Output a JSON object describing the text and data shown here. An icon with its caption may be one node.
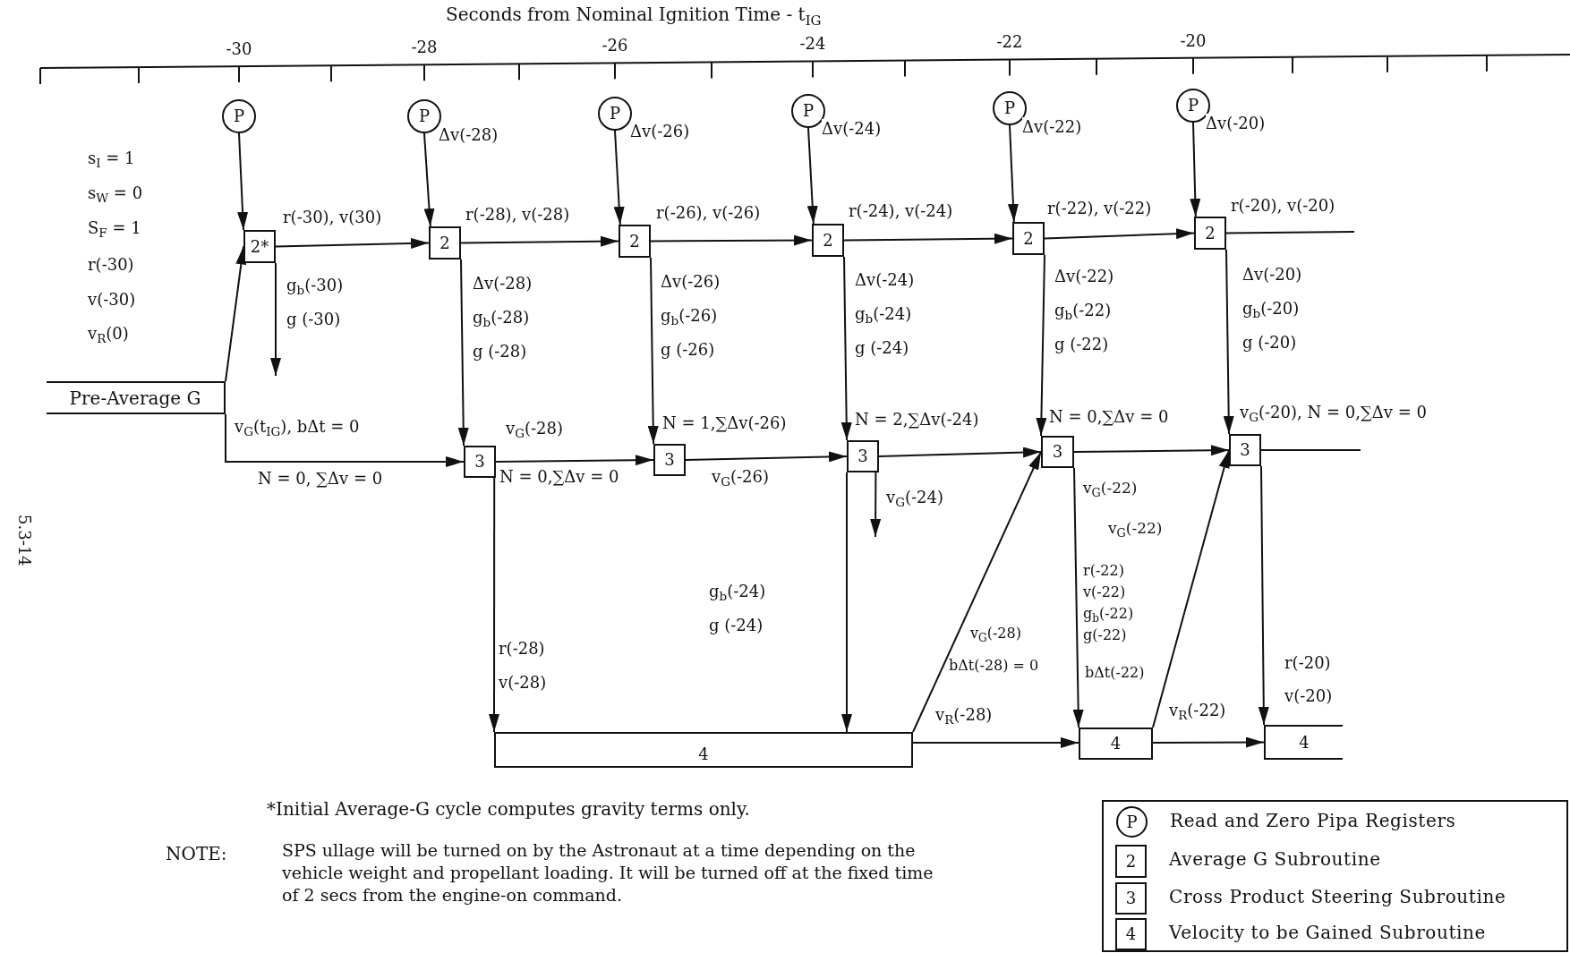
{
  "diagram": {
    "title": "Seconds from Nominal Ignition Time - t$_{IG}$",
    "nodes": [
      {
        "text": [
          "P"
        ]
      },
      {
        "text": [
          "P"
        ]
      },
      {
        "text": [
          "P"
        ]
      },
      {
        "text": [
          "P"
        ]
      },
      {
        "text": [
          "P"
        ]
      },
      {
        "text": [
          "P"
        ]
      },
      {
        "text": [
          "2*"
        ]
      },
      {
        "text": [
          "2"
        ]
      },
      {
        "text": [
          "2"
        ]
      },
      {
        "text": [
          "2"
        ]
      },
      {
        "text": [
          "2"
        ]
      },
      {
        "text": [
          "2"
        ]
      },
      {
        "text": [
          "Pre-Average G"
        ]
      },
      {
        "text": [
          "3"
        ]
      },
      {
        "text": [
          "3"
        ]
      },
      {
        "text": [
          "3"
        ]
      },
      {
        "text": [
          "3"
        ]
      },
      {
        "text": [
          "3"
        ]
      },
      {
        "text": [
          "4"
        ]
      },
      {
        "text": [
          "4"
        ]
      },
      {
        "text": [
          "4"
        ]
      },
      {
        "text": [
          "P"
        ],
        "beside": [
          "Read and Zero Pipa Registers"
        ]
      },
      {
        "text": [
          "2"
        ],
        "beside": [
          "Average G Subroutine"
        ]
      },
      {
        "text": [
          "3"
        ],
        "beside": [
          "Cross Product Steering Subroutine"
        ]
      },
      {
        "text": [
          "4"
        ],
        "beside": [
          "Velocity to be Gained Subroutine"
        ]
      }
    ],
    "edges": [
      {
        "from": 0,
        "to": 6,
        "arrow": "to"
      },
      {
        "from": 1,
        "to": 7,
        "arrow": "to",
        "label": "Δv(-28)"
      },
      {
        "from": 2,
        "to": 8,
        "arrow": "to",
        "label": "Δv(-26)"
      },
      {
        "from": 3,
        "to": 9,
        "arrow": "to",
        "label": "Δv(-24)"
      },
      {
        "from": 4,
        "to": 10,
        "arrow": "to",
        "label": "Δv(-22)"
      },
      {
        "from": 5,
        "to": 11,
        "arrow": "to",
        "label": "Δv(-20)"
      },
      {
        "from": 12,
        "to": 6,
        "arrow": "to"
      },
      {
        "from": 6,
        "to": 7,
        "arrow": "to",
        "label": "r(-30), v(30)"
      },
      {
        "from": 7,
        "to": 8,
        "arrow": "to",
        "label": "r(-28), v(-28)"
      },
      {
        "from": 8,
        "to": 9,
        "arrow": "to",
        "label": "r(-26), v(-26)"
      },
      {
        "from": 9,
        "to": 10,
        "arrow": "to",
        "label": "r(-24), v(-24)"
      },
      {
        "from": 10,
        "to": 11,
        "arrow": "to",
        "label": "r(-22), v(-22)"
      },
      {
        "from": 11,
        "to": null,
        "arrow": "none",
        "label": "r(-20), v(-20)"
      },
      {
        "from": 6,
        "to": null,
        "arrow": "to"
      },
      {
        "from": 7,
        "to": 13,
        "arrow": "to"
      },
      {
        "from": 8,
        "to": 14,
        "arrow": "to"
      },
      {
        "from": 9,
        "to": 15,
        "arrow": "to"
      },
      {
        "from": 10,
        "to": 16,
        "arrow": "to"
      },
      {
        "from": 11,
        "to": 17,
        "arrow": "to"
      },
      {
        "from": 12,
        "to": 13,
        "arrow": "to",
        "label": "v$_{G}$(t$_{IG}$), bΔt = 0"
      },
      {
        "from": 13,
        "to": 14,
        "arrow": "to",
        "label": "v$_{G}$(-28)"
      },
      {
        "from": 14,
        "to": 15,
        "arrow": "to",
        "label": "N = 1,∑Δv(-26)"
      },
      {
        "from": 15,
        "to": 16,
        "arrow": "to",
        "label": "N = 2,∑Δv(-24)"
      },
      {
        "from": 16,
        "to": 17,
        "arrow": "to",
        "label": "N = 0,∑Δv = 0"
      },
      {
        "from": 17,
        "to": null,
        "arrow": "none",
        "label": "v$_{G}$(-20), N = 0,∑Δv = 0"
      },
      {
        "from": 15,
        "to": null,
        "arrow": "to"
      },
      {
        "from": 13,
        "to": 18,
        "arrow": "to"
      },
      {
        "from": 15,
        "to": 18,
        "arrow": "to"
      },
      {
        "from": 18,
        "to": 16,
        "arrow": "to"
      },
      {
        "from": 18,
        "to": 19,
        "arrow": "to",
        "label": "v$_{R}$(-28)"
      },
      {
        "from": 16,
        "to": 19,
        "arrow": "to"
      },
      {
        "from": 19,
        "to": 17,
        "arrow": "to"
      },
      {
        "from": 19,
        "to": 20,
        "arrow": "to",
        "label": "v$_{R}$(-22)"
      },
      {
        "from": 17,
        "to": 20,
        "arrow": "to"
      }
    ],
    "labels": [
      "-30",
      "-28",
      "-26",
      "-24",
      "-22",
      "-20",
      "s$_{I}$ = 1",
      "s$_{W}$ = 0",
      "S$_{F}$ = 1",
      "r(-30)",
      "v(-30)",
      "v$_{R}$(0)",
      "g$_{b}$(-30)",
      "g (-30)",
      "Δv(-28)",
      "g$_{b}$(-28)",
      "g (-28)",
      "Δv(-26)",
      "g$_{b}$(-26)",
      "g (-26)",
      "Δv(-24)",
      "g$_{b}$(-24)",
      "g (-24)",
      "Δv(-22)",
      "g$_{b}$(-22)",
      "g (-22)",
      "Δv(-20)",
      "g$_{b}$(-20)",
      "g (-20)",
      "N = 0, ∑Δv = 0",
      "N = 0,∑Δv = 0",
      "v$_{G}$(-26)",
      "v$_{G}$(-24)",
      "g$_{b}$(-24)",
      "g (-24)",
      "r(-28)",
      "v(-28)",
      "v$_{G}$(-28)",
      "bΔt(-28) = 0",
      "v$_{G}$(-22)",
      "v$_{G}$(-22)",
      "r(-22)",
      "v(-22)",
      "g$_{b}$(-22)",
      "g(-22)",
      "bΔt(-22)",
      "r(-20)",
      "v(-20)",
      "*Initial Average-G cycle computes gravity terms only.",
      "NOTE:",
      "SPS ullage will be turned on by the Astronaut at a time depending on the vehicle weight and propellant loading. It will be turned off at the fixed time of 2 secs from the engine-on command.",
      "5.3-14"
    ]
  }
}
